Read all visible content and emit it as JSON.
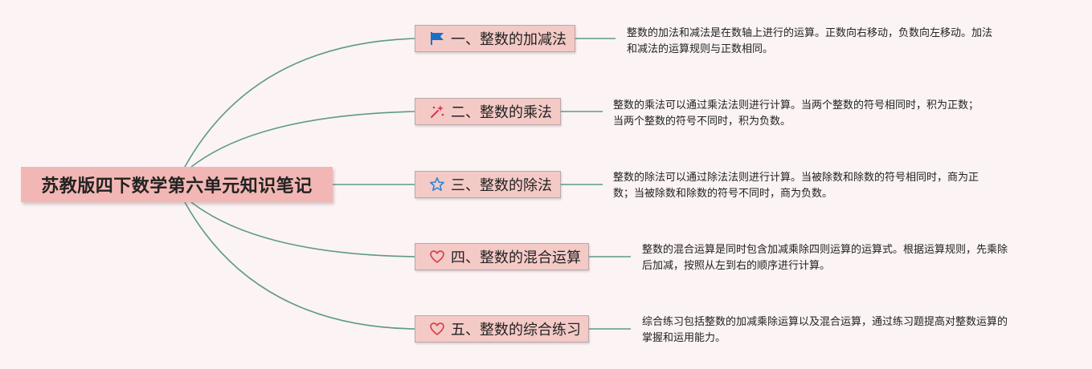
{
  "root": {
    "label": "苏教版四下数学第六单元知识笔记"
  },
  "branches": [
    {
      "label": "一、整数的加减法",
      "icon": "blue-flag-icon",
      "note_lines": [
        "整数的加法和减法是在数轴上进行的运算。正数向右移动，负数向左移动。加法",
        "和减法的运算规则与正数相同。"
      ]
    },
    {
      "label": "二、整数的乘法",
      "icon": "sparkle-wand-icon",
      "note_lines": [
        "整数的乘法可以通过乘法法则进行计算。当两个整数的符号相同时，积为正数；",
        "当两个整数的符号不同时，积为负数。"
      ]
    },
    {
      "label": "三、整数的除法",
      "icon": "star-outline-icon",
      "note_lines": [
        "整数的除法可以通过除法法则进行计算。当被除数和除数的符号相同时，商为正",
        "数；当被除数和除数的符号不同时，商为负数。"
      ]
    },
    {
      "label": "四、整数的混合运算",
      "icon": "heart-outline-icon",
      "note_lines": [
        "整数的混合运算是同时包含加减乘除四则运算的运算式。根据运算规则，先乘除",
        "后加减，按照从左到右的顺序进行计算。"
      ]
    },
    {
      "label": "五、整数的综合练习",
      "icon": "heart-outline-icon",
      "note_lines": [
        "综合练习包括整数的加减乘除运算以及混合运算，通过练习题提高对整数运算的",
        "掌握和运用能力。"
      ]
    }
  ],
  "colors": {
    "background": "#fbf3f4",
    "connector": "#5d9a88",
    "root_fill": "#f2b7b4",
    "branch_fill": "#f4cac6",
    "flag": "#1f6fc4",
    "star": "#2f86d6",
    "heart": "#d9404a",
    "sparkle": "#d8344a"
  }
}
